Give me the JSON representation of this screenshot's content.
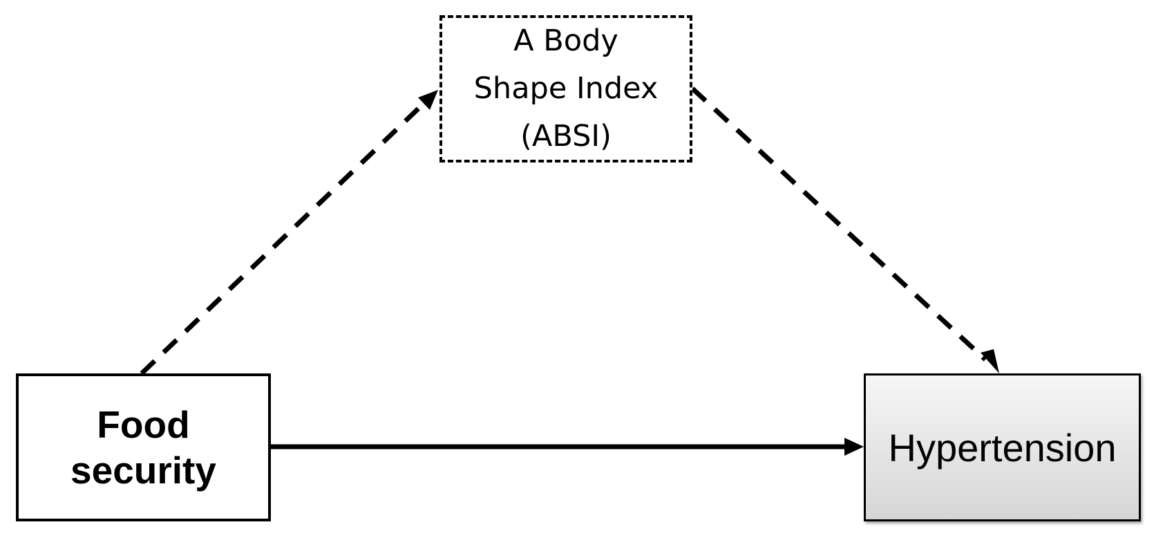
{
  "nodes": {
    "mediator": {
      "lines": [
        "A Body",
        "Shape Index",
        "(ABSI)"
      ],
      "border_style": "dashed"
    },
    "exposure": {
      "lines": [
        "Food",
        "security"
      ],
      "border_style": "solid"
    },
    "outcome": {
      "lines": [
        "Hypertension"
      ],
      "border_style": "solid",
      "fill": "grey-gradient"
    }
  },
  "edges": [
    {
      "from": "exposure",
      "to": "mediator",
      "style": "dashed"
    },
    {
      "from": "mediator",
      "to": "outcome",
      "style": "dashed"
    },
    {
      "from": "exposure",
      "to": "outcome",
      "style": "solid"
    }
  ],
  "colors": {
    "stroke": "#000000",
    "background": "#ffffff",
    "outcome_fill_top": "#f6f6f6",
    "outcome_fill_bottom": "#d6d6d6"
  }
}
